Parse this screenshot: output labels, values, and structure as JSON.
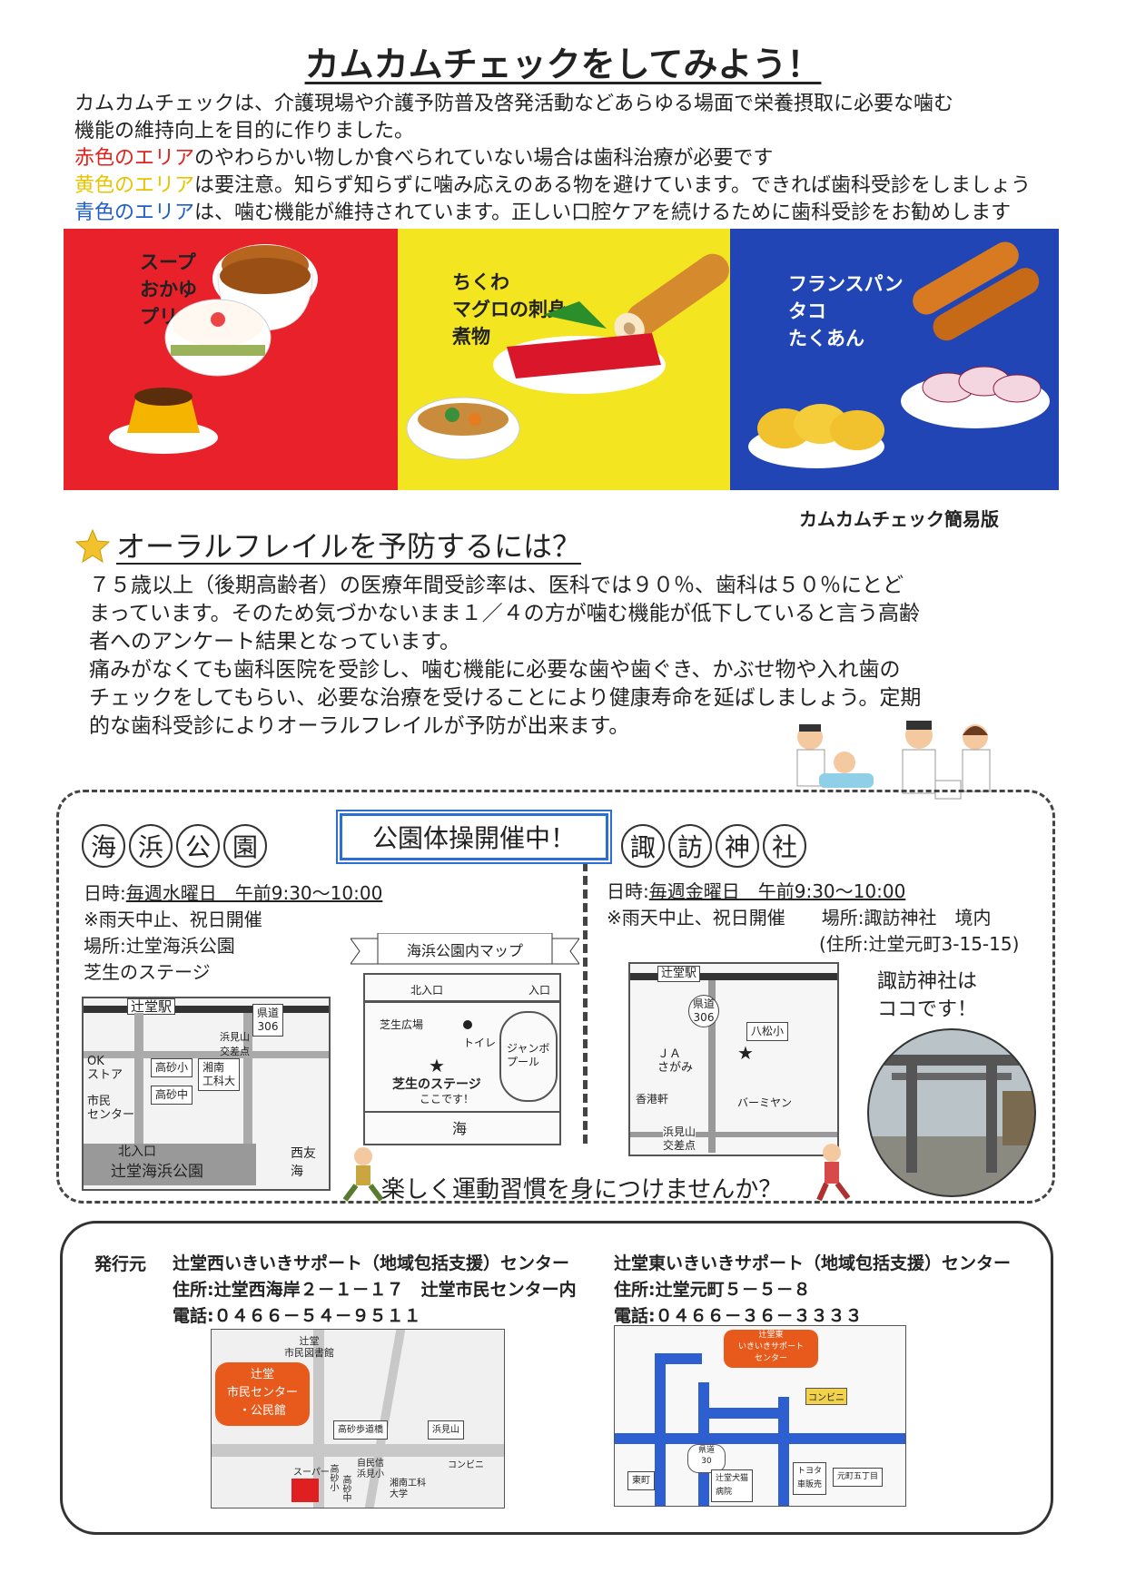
{
  "title": "カムカムチェックをしてみよう！",
  "intro": [
    "カムカムチェックは、介護現場や介護予防普及啓発活動などあらゆる場面で栄養摂取に必要な噛む",
    "機能の維持向上を目的に作りました。"
  ],
  "areas": {
    "red_label": "赤色のエリア",
    "red_text": "のやわらかい物しか食べられていない場合は歯科治療が必要です",
    "yellow_label": "黄色のエリア",
    "yellow_text": "は要注意。知らず知らずに噛み応えのある物を避けています。できれば歯科受診をしましょう",
    "blue_label": "青色のエリア",
    "blue_text": "は、噛む機能が維持されています。正しい口腔ケアを続けるために歯科受診をお勧めします"
  },
  "panels": {
    "red": [
      "スープ",
      "おかゆ",
      "プリン"
    ],
    "yellow": [
      "ちくわ",
      "マグロの刺身",
      "煮物"
    ],
    "blue": [
      "フランスパン",
      "タコ",
      "たくあん"
    ],
    "colors": {
      "red": "#e8212a",
      "yellow": "#f3e51f",
      "blue": "#2145b5"
    }
  },
  "caption": "カムカムチェック簡易版",
  "oral": {
    "heading": "オーラルフレイルを予防するには？",
    "lines": [
      "７５歳以上（後期高齢者）の医療年間受診率は、医科では９０％、歯科は５０％にとど",
      "まっています。そのため気づかないまま１／４の方が噛む機能が低下していると言う高齢",
      "者へのアンケート結果となっています。",
      "痛みがなくても歯科医院を受診し、噛む機能に必要な歯や歯ぐき、かぶせ物や入れ歯の",
      "チェックをしてもらい、必要な治療を受けることにより健康寿命を延ばしましょう。定期",
      "的な歯科受診によりオーラルフレイルが予防が出来ます。"
    ]
  },
  "exercise": {
    "banner": "公園体操開催中！",
    "left": {
      "name": [
        "海",
        "浜",
        "公",
        "園"
      ],
      "date_prefix": "日時:",
      "date": "毎週水曜日　午前9:30～10:00",
      "note": "※雨天中止、祝日開催",
      "place": "場所:辻堂海浜公園",
      "place2": "芝生のステージ"
    },
    "right": {
      "name": [
        "諏",
        "訪",
        "神",
        "社"
      ],
      "date_prefix": "日時:",
      "date": "毎週金曜日　午前9:30～10:00",
      "note": "※雨天中止、祝日開催",
      "place": "場所:諏訪神社　境内",
      "address": "(住所:辻堂元町3-15-15)",
      "callout": [
        "諏訪神社は",
        "ココです！"
      ]
    },
    "slogan": "楽しく運動習慣を身につけませんか？"
  },
  "map1": {
    "station": "辻堂駅",
    "route": "県道\n306",
    "hamamiyama": "浜見山\n交差点",
    "ok": "OK\nストア",
    "takasago_sho": "高砂小",
    "takasago_chu": "高砂中",
    "shonan": "湘南\n工科大",
    "shimin": "市民\nセンター",
    "north_gate": "北入口",
    "park": "辻堂海浜公園",
    "nishi": "西友",
    "sea": "海"
  },
  "map2": {
    "title": "海浜公園内マップ",
    "north": "北入口",
    "entrance": "入口",
    "lawn": "芝生広場",
    "toilet": "トイレ",
    "pool": "ジャンボ\nプール",
    "stage": "芝生のステージ",
    "here": "ここです！",
    "sea": "海"
  },
  "map3": {
    "station": "辻堂駅",
    "route": "県道\n306",
    "yamatsu": "八松小",
    "ja": "ＪＡ\nさがみ",
    "kokouken": "香港軒",
    "burger": "バーミヤン",
    "hamamiyama": "浜見山\n交差点"
  },
  "publisher": {
    "label": "発行元",
    "west_name": "辻堂西いきいきサポート（地域包括支援）センター",
    "west_addr": "住所:辻堂西海岸２－１－１７　辻堂市民センター内",
    "west_tel": "電話:０４６６－５４－９５１１",
    "east_name": "辻堂東いきいきサポート（地域包括支援）センター",
    "east_addr": "住所:辻堂元町５－５－８",
    "east_tel": "電話:０４６６－３６－３３３３"
  },
  "map4": {
    "library": "辻堂\n市民図書館",
    "center": "辻堂\n市民センター\n・公民館",
    "takasago_bridge": "高砂歩道橋",
    "hamami": "浜見山",
    "super": "スーパー",
    "conv": "コンビニ",
    "takasago": "高砂小",
    "takasago_chu": "高砂中",
    "jieitai": "自民信\n浜見小",
    "shonan": "湘南工科\n大学"
  },
  "map5": {
    "center": "辻堂東\nいきいきサポート\nセンター",
    "conv": "コンビニ",
    "route": "県道\n30",
    "higashi": "東町",
    "hospital": "辻堂犬猫\n病院",
    "toyota": "トヨタ\n車販売",
    "motomachi": "元町五丁目"
  }
}
